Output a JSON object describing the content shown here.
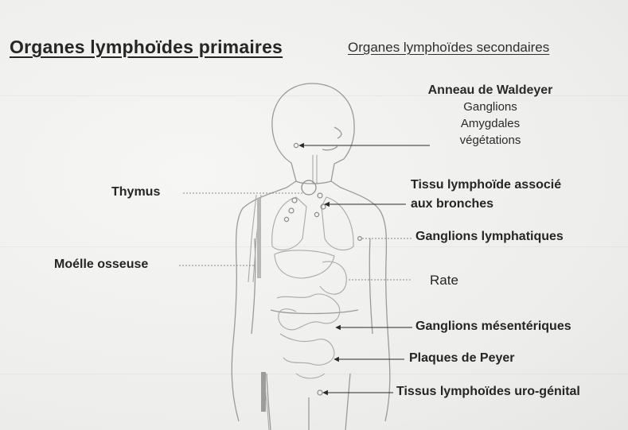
{
  "titles": {
    "primary": "Organes lymphoïdes primaires",
    "secondary": "Organes lymphoïdes secondaires"
  },
  "labels": {
    "thymus": "Thymus",
    "moelle": "Moélle osseuse",
    "waldeyer_title": "Anneau de Waldeyer",
    "waldeyer_ganglions": "Ganglions",
    "waldeyer_amygdales": "Amygdales",
    "waldeyer_vegetations": "végétations",
    "tissu_bronches_line1": "Tissu lymphoïde associé",
    "tissu_bronches_line2": "aux bronches",
    "ganglions_lymphatiques": "Ganglions lymphatiques",
    "rate": "Rate",
    "ganglions_mesenteriques": "Ganglions mésentériques",
    "plaques_peyer": "Plaques de Peyer",
    "tissus_uro_genital": "Tissus lymphoïdes uro-génital"
  },
  "colors": {
    "background": "#f1f1ef",
    "text": "#252525",
    "outline": "#9a9a9a",
    "leader": "#8a8a8a",
    "arrow": "#2a2a2a"
  }
}
